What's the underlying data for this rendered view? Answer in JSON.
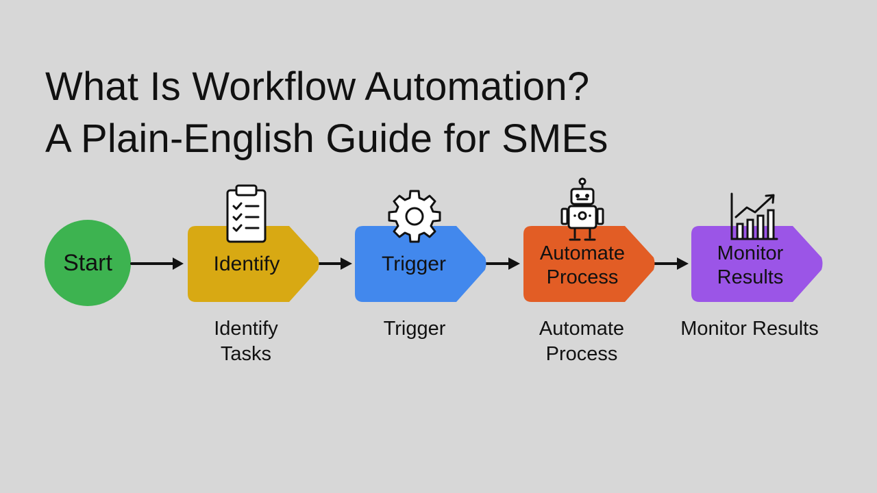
{
  "title": {
    "line1": "What Is Workflow Automation?",
    "line2": "A Plain-English Guide for SMEs"
  },
  "start": {
    "label": "Start",
    "color": "#3db350"
  },
  "steps": [
    {
      "label_lines": [
        "Identify"
      ],
      "caption_lines": [
        "Identify",
        "Tasks"
      ],
      "color": "#d8a913",
      "icon": "clipboard-icon"
    },
    {
      "label_lines": [
        "Trigger"
      ],
      "caption_lines": [
        "Trigger"
      ],
      "color": "#4288ed",
      "icon": "gear-icon"
    },
    {
      "label_lines": [
        "Automate",
        "Process"
      ],
      "caption_lines": [
        "Automate",
        "Process"
      ],
      "color": "#e25d25",
      "icon": "robot-icon"
    },
    {
      "label_lines": [
        "Monitor",
        "Results"
      ],
      "caption_lines": [
        "Monitor Results"
      ],
      "color": "#9b55e7",
      "icon": "bar-chart-trend-icon"
    }
  ]
}
